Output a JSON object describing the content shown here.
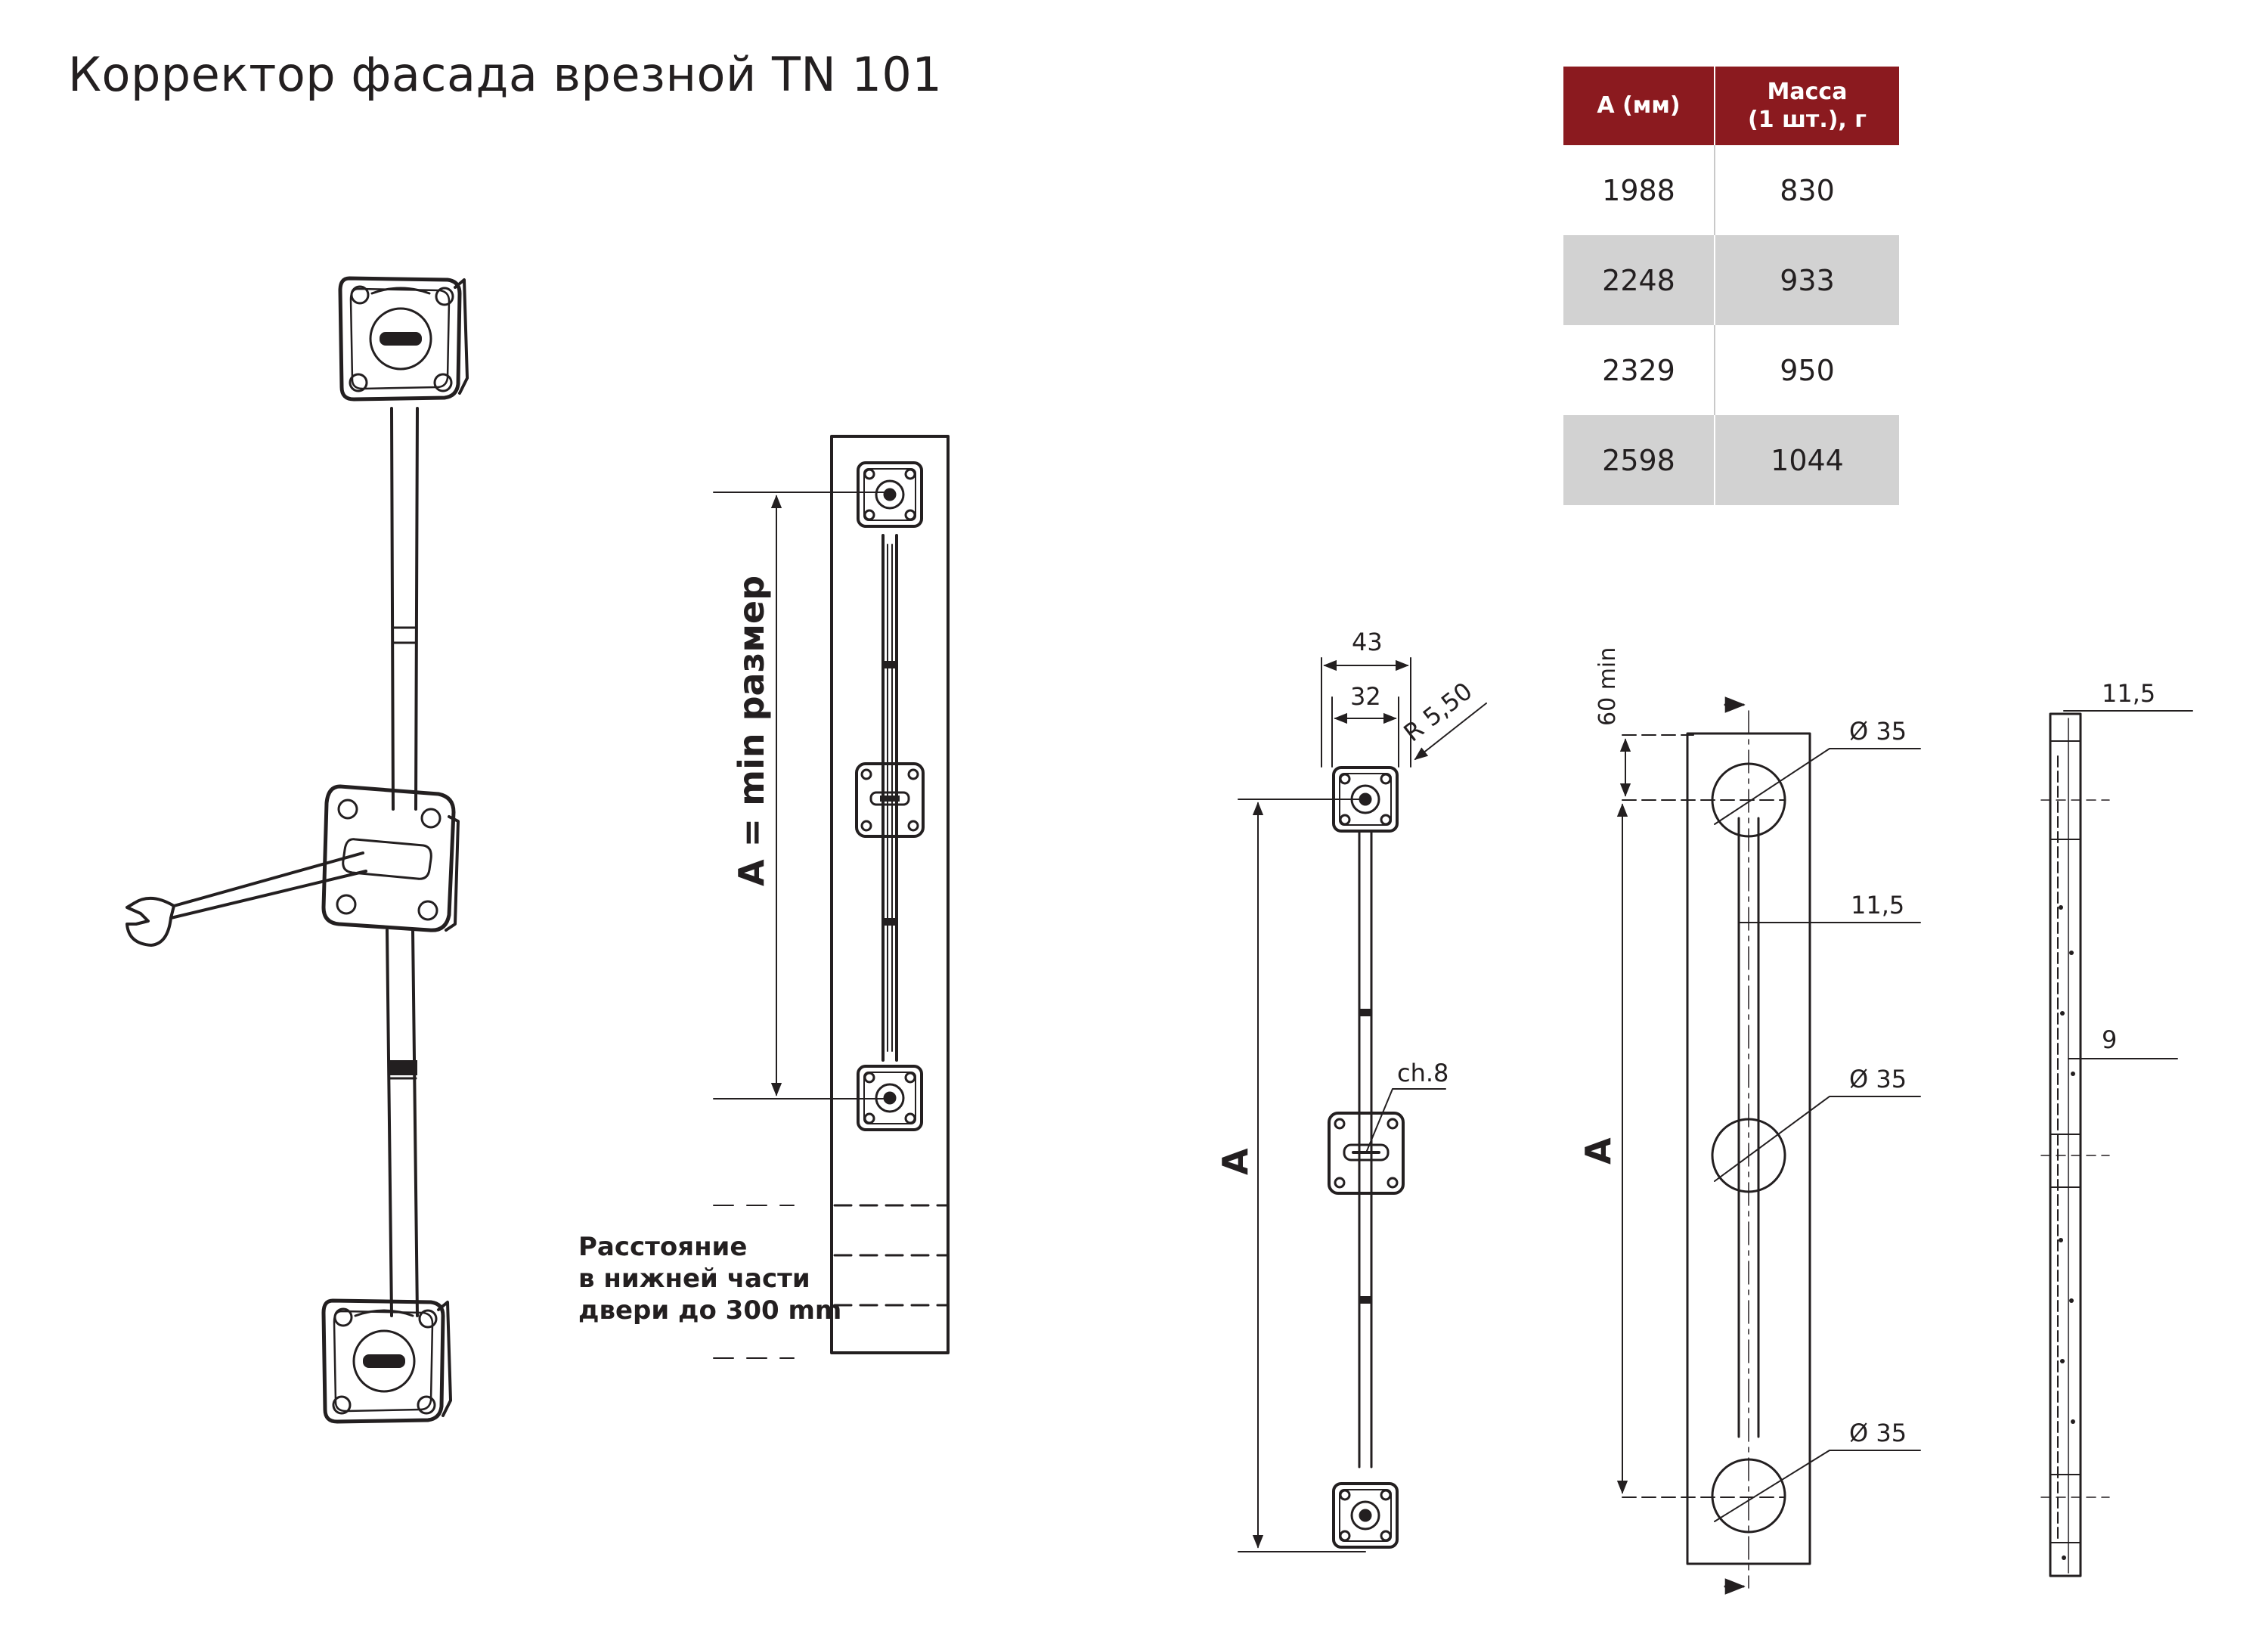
{
  "title": "Корректор фасада врезной TN 101",
  "table": {
    "headers": [
      "A (мм)",
      "Масса (1 шт.), г"
    ],
    "header_lines": [
      [
        "A (мм)"
      ],
      [
        "Масса",
        "(1 шт.), г"
      ]
    ],
    "rows": [
      [
        "1988",
        "830"
      ],
      [
        "2248",
        "933"
      ],
      [
        "2329",
        "950"
      ],
      [
        "2598",
        "1044"
      ]
    ]
  },
  "drawing_labels": {
    "a_min_size": "A = min размер",
    "bottom_note": [
      "Расстояние",
      "в нижней части",
      "двери до 300 mm"
    ],
    "dim_43": "43",
    "dim_32": "32",
    "radius": "R 5,50",
    "chamfer": "ch.8",
    "dim_a_front": "A",
    "dim_a_side": "A",
    "dim_60min": "60 min",
    "diameter_top": "Ø 35",
    "diameter_mid": "Ø 35",
    "diameter_bot": "Ø 35",
    "rod_width": "11,5",
    "profile_width": "11,5",
    "profile_depth": "9"
  },
  "colors": {
    "line": "#231f20",
    "header_bg": "#8b1a1f",
    "row_shade": "#d2d2d2"
  }
}
